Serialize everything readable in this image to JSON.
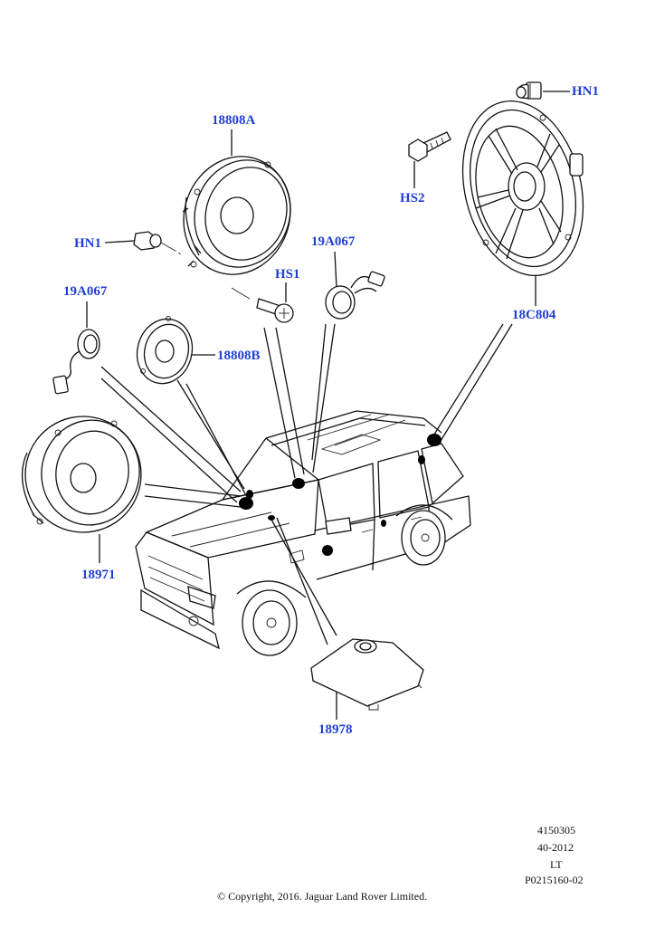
{
  "callouts": {
    "hn1_top": "HN1",
    "hs2": "HS2",
    "p18808a": "18808A",
    "hn1_left": "HN1",
    "hs1": "HS1",
    "p19a067_mid": "19A067",
    "p19a067_left": "19A067",
    "p18808b": "18808B",
    "p18c804": "18C804",
    "p18971": "18971",
    "p18978": "18978"
  },
  "footer": {
    "ref_number": "4150305",
    "date_code": "40-2012",
    "model_code": "LT",
    "illustration_id": "P0215160-02",
    "copyright": "© Copyright, 2016. Jaguar Land Rover Limited."
  },
  "colors": {
    "callout_text": "#1f3fd6",
    "line_art": "#111111"
  }
}
